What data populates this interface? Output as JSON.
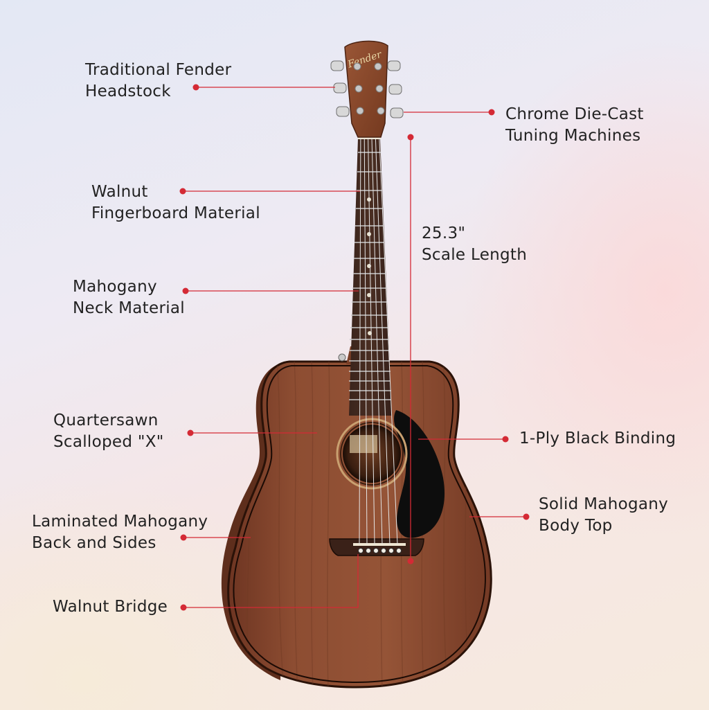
{
  "callouts": {
    "headstock": {
      "line1": "Traditional Fender",
      "line2": "Headstock"
    },
    "tuners": {
      "line1": "Chrome Die-Cast",
      "line2": "Tuning Machines"
    },
    "fingerboard": {
      "line1": "Walnut",
      "line2": "Fingerboard Material"
    },
    "scale": {
      "line1": "25.3\"",
      "line2": "Scale Length"
    },
    "neck": {
      "line1": "Mahogany",
      "line2": "Neck Material"
    },
    "bracing": {
      "line1": "Quartersawn",
      "line2": "Scalloped \"X\""
    },
    "binding": {
      "line1": "1-Ply Black Binding"
    },
    "top": {
      "line1": "Solid Mahogany",
      "line2": "Body Top"
    },
    "back": {
      "line1": "Laminated Mahogany",
      "line2": "Back and Sides"
    },
    "bridge": {
      "line1": "Walnut Bridge"
    }
  },
  "brand_logo": "Fender",
  "colors": {
    "accent": "#d42a35",
    "text": "#222222",
    "mahogany": "#8a4a30",
    "pickguard": "#0d0d0d"
  }
}
